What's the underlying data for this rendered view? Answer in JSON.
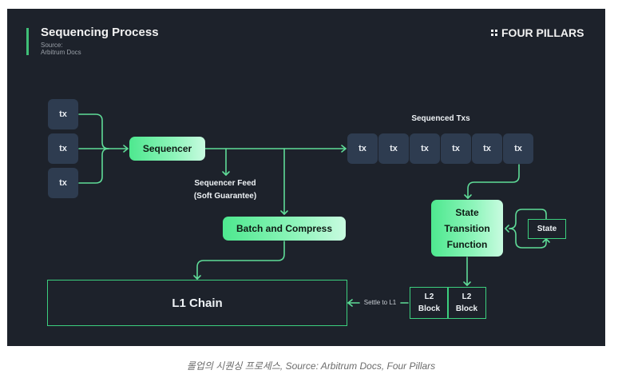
{
  "header": {
    "title": "Sequencing Process",
    "source_label": "Source:",
    "source_value": "Arbitrum Docs",
    "logo_text": "FOUR PILLARS"
  },
  "colors": {
    "background": "#1d222b",
    "accent_green": "#3ccf7e",
    "tx_box": "#2e3c50",
    "text": "#eef2f5"
  },
  "diagram": {
    "input_txs": [
      "tx",
      "tx",
      "tx"
    ],
    "sequencer": "Sequencer",
    "sequencer_feed_line1": "Sequencer Feed",
    "sequencer_feed_line2": "(Soft Guarantee)",
    "batch_compress": "Batch and Compress",
    "sequenced_txs_title": "Sequenced Txs",
    "sequenced_txs": [
      "tx",
      "tx",
      "tx",
      "tx",
      "tx",
      "tx"
    ],
    "stf_line1": "State",
    "stf_line2": "Transition",
    "stf_line3": "Function",
    "state": "State",
    "l2_blocks": [
      {
        "line1": "L2",
        "line2": "Block"
      },
      {
        "line1": "L2",
        "line2": "Block"
      }
    ],
    "settle_label": "Settle to L1",
    "l1_chain": "L1 Chain"
  },
  "caption": "롤업의 시퀀싱 프로세스, Source: Arbitrum Docs, Four Pillars"
}
